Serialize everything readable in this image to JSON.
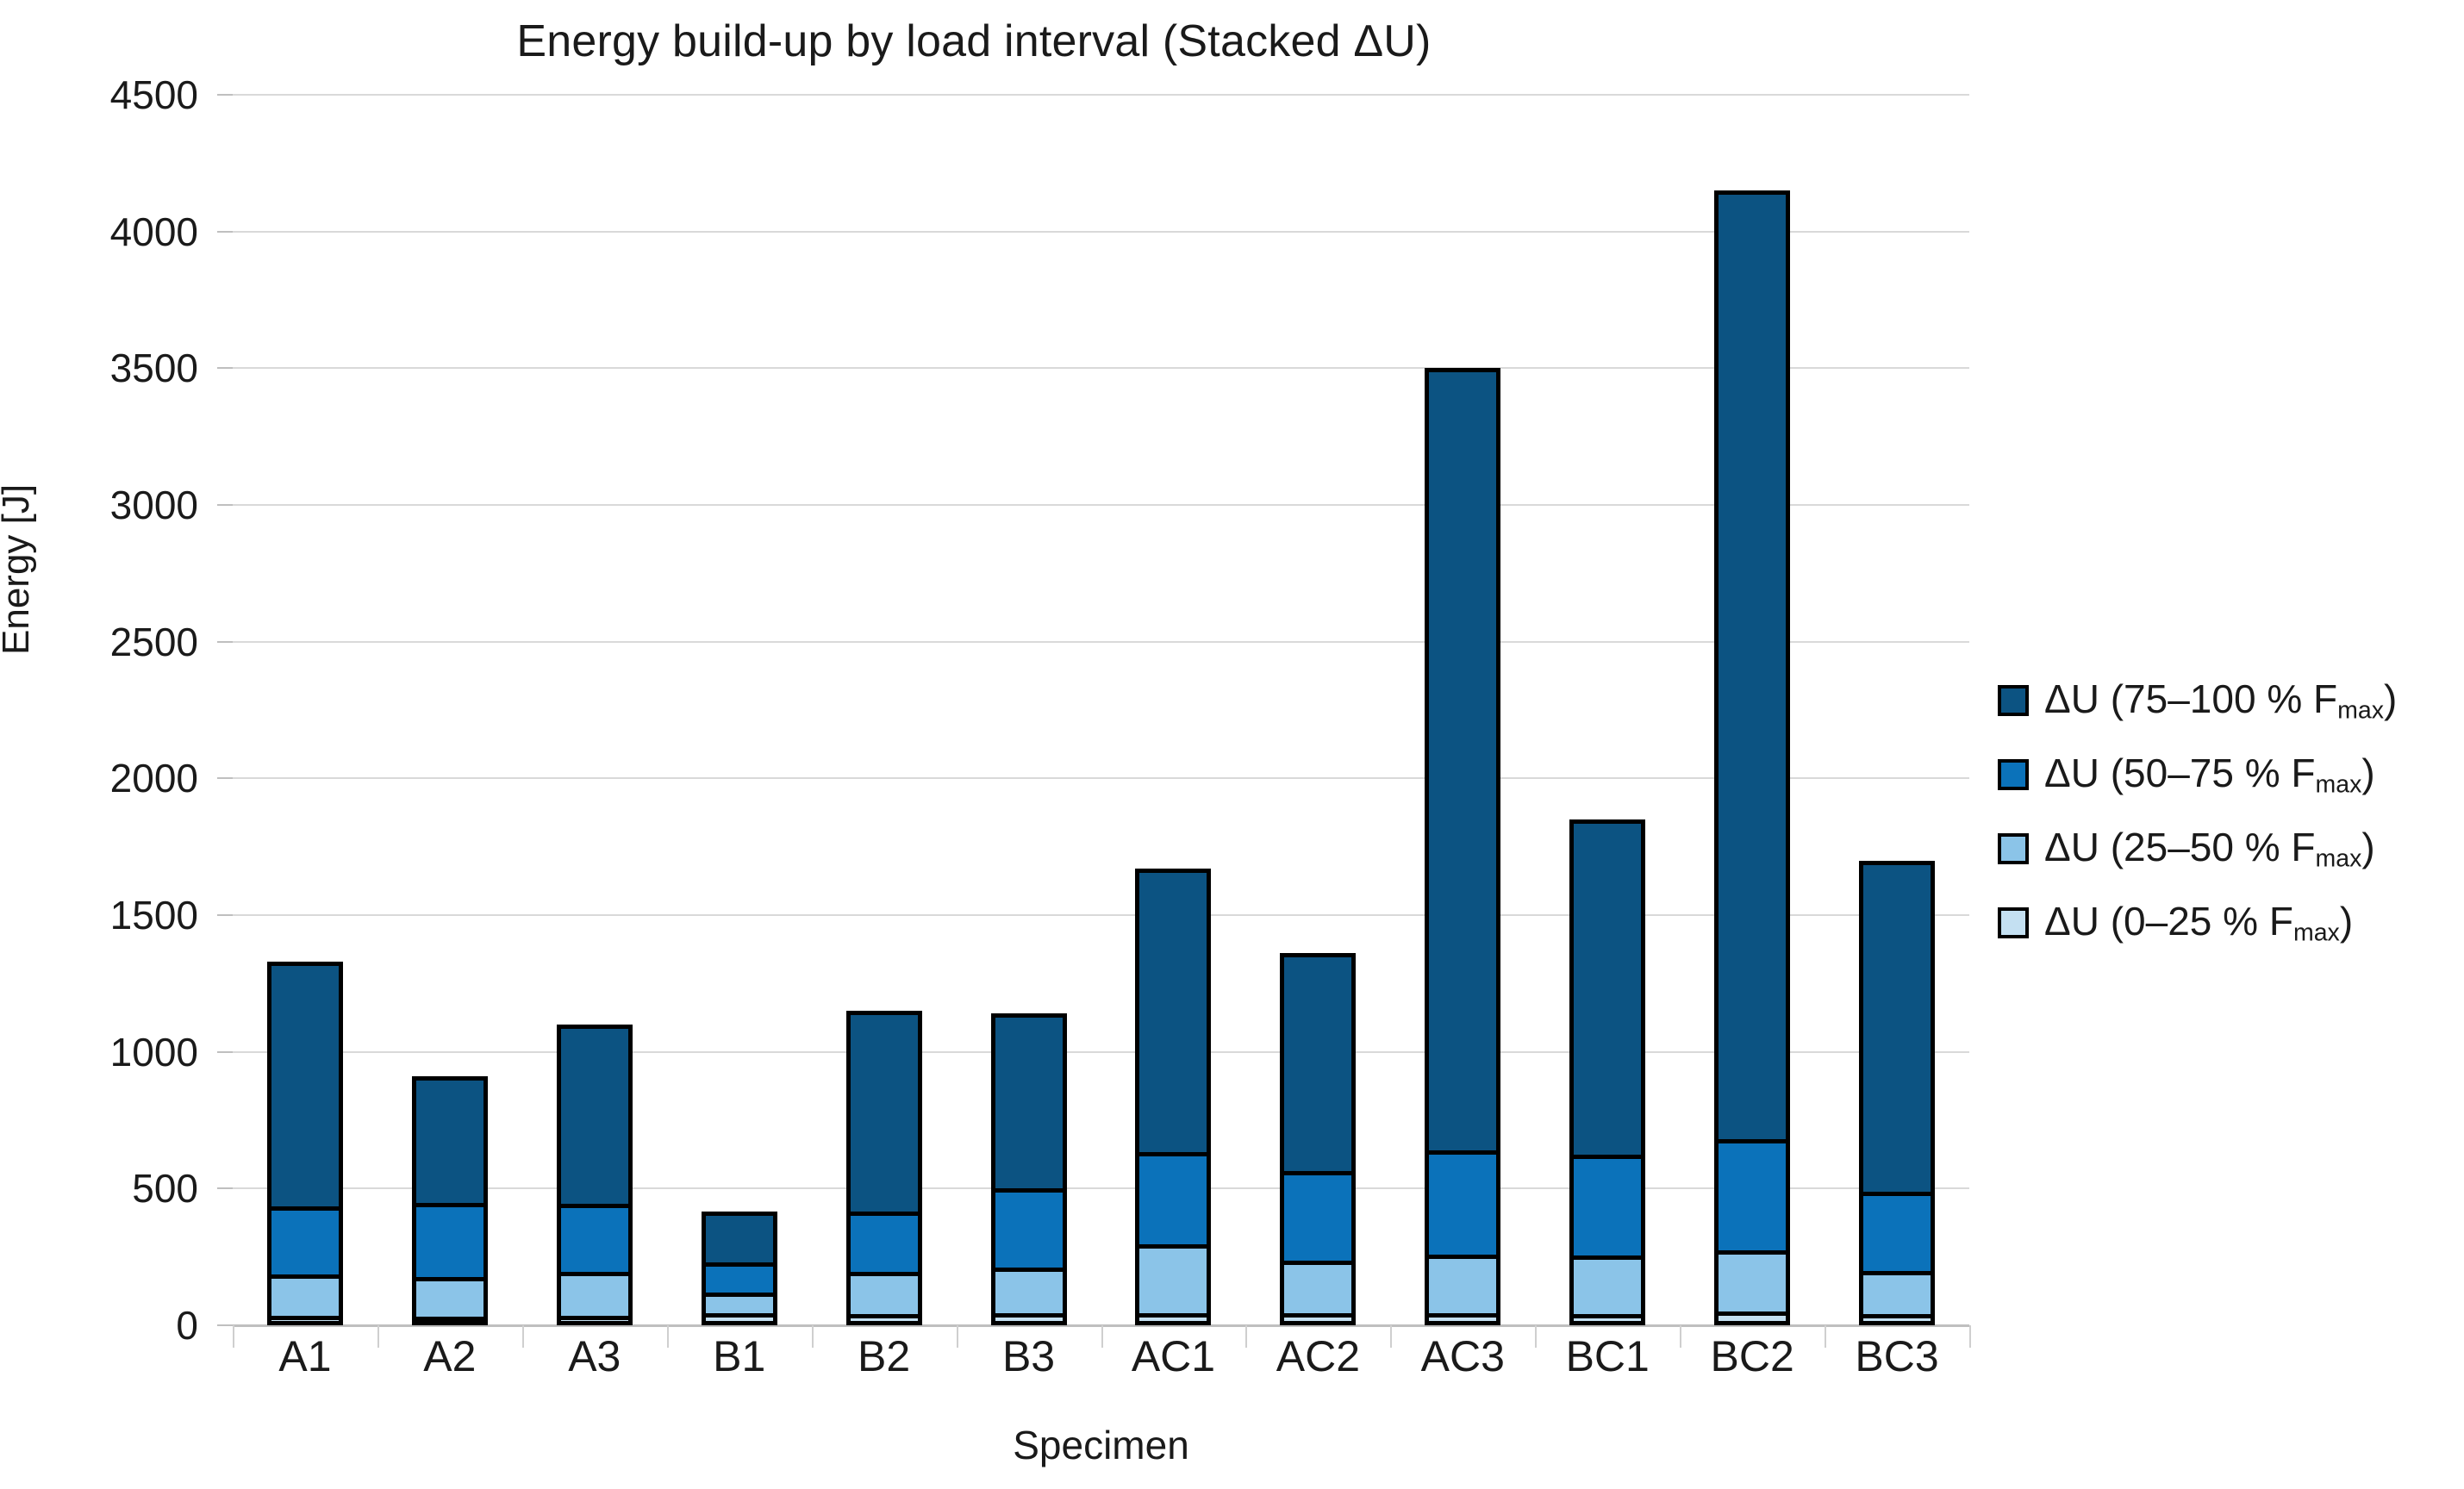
{
  "chart_data": {
    "type": "bar",
    "subtype": "stacked-vertical",
    "title": "Energy build-up by load interval (Stacked ΔU)",
    "xlabel": "Specimen",
    "ylabel": "Energy [J]",
    "ylim": [
      0,
      4500
    ],
    "ytick_step": 500,
    "yticks": [
      0,
      500,
      1000,
      1500,
      2000,
      2500,
      3000,
      3500,
      4000,
      4500
    ],
    "ytick_labels": [
      "0",
      "500",
      "1000",
      "1500",
      "2000",
      "2500",
      "3000",
      "3500",
      "4000",
      "4500"
    ],
    "grid": "horizontal",
    "legend_position": "right",
    "categories": [
      "A1",
      "A2",
      "A3",
      "B1",
      "B2",
      "B3",
      "AC1",
      "AC2",
      "AC3",
      "BC1",
      "BC2",
      "BC3"
    ],
    "series": [
      {
        "name": "ΔU (0–25 % F_max)",
        "label_html": "ΔU (0–25 % F<sub>max</sub>)",
        "color": "#c4e0f2",
        "values": [
          35,
          30,
          35,
          45,
          40,
          45,
          45,
          45,
          45,
          40,
          50,
          40
        ]
      },
      {
        "name": "ΔU (25–50 % F_max)",
        "label_html": "ΔU (25–50 % F<sub>max</sub>)",
        "color": "#8bc4e8",
        "values": [
          150,
          145,
          160,
          75,
          155,
          165,
          250,
          190,
          215,
          215,
          225,
          160
        ]
      },
      {
        "name": "ΔU (50–75 % F_max)",
        "label_html": "ΔU (50–75 % F<sub>max</sub>)",
        "color": "#0b72ba",
        "values": [
          250,
          270,
          250,
          110,
          220,
          290,
          340,
          330,
          380,
          370,
          405,
          290
        ]
      },
      {
        "name": "ΔU (75–100 % F_max)",
        "label_html": "ΔU (75–100 % F<sub>max</sub>)",
        "color": "#0c5382",
        "values": [
          895,
          465,
          655,
          185,
          735,
          640,
          1035,
          795,
          2860,
          1225,
          3470,
          1210
        ]
      }
    ],
    "totals": [
      1330,
      910,
      1100,
      415,
      1150,
      1140,
      1670,
      1360,
      3500,
      1850,
      4150,
      1700
    ],
    "bar_edge_color": "#000000",
    "gridline_color": "#d9d9d9",
    "background": "#ffffff"
  },
  "legend": {
    "entries": [
      {
        "label_html": "ΔU (75–100 % F<sub>max</sub>)",
        "color": "#0c5382"
      },
      {
        "label_html": "ΔU (50–75 % F<sub>max</sub>)",
        "color": "#0b72ba"
      },
      {
        "label_html": "ΔU (25–50 % F<sub>max</sub>)",
        "color": "#8bc4e8"
      },
      {
        "label_html": "ΔU (0–25 % F<sub>max</sub>)",
        "color": "#c4e0f2"
      }
    ]
  }
}
